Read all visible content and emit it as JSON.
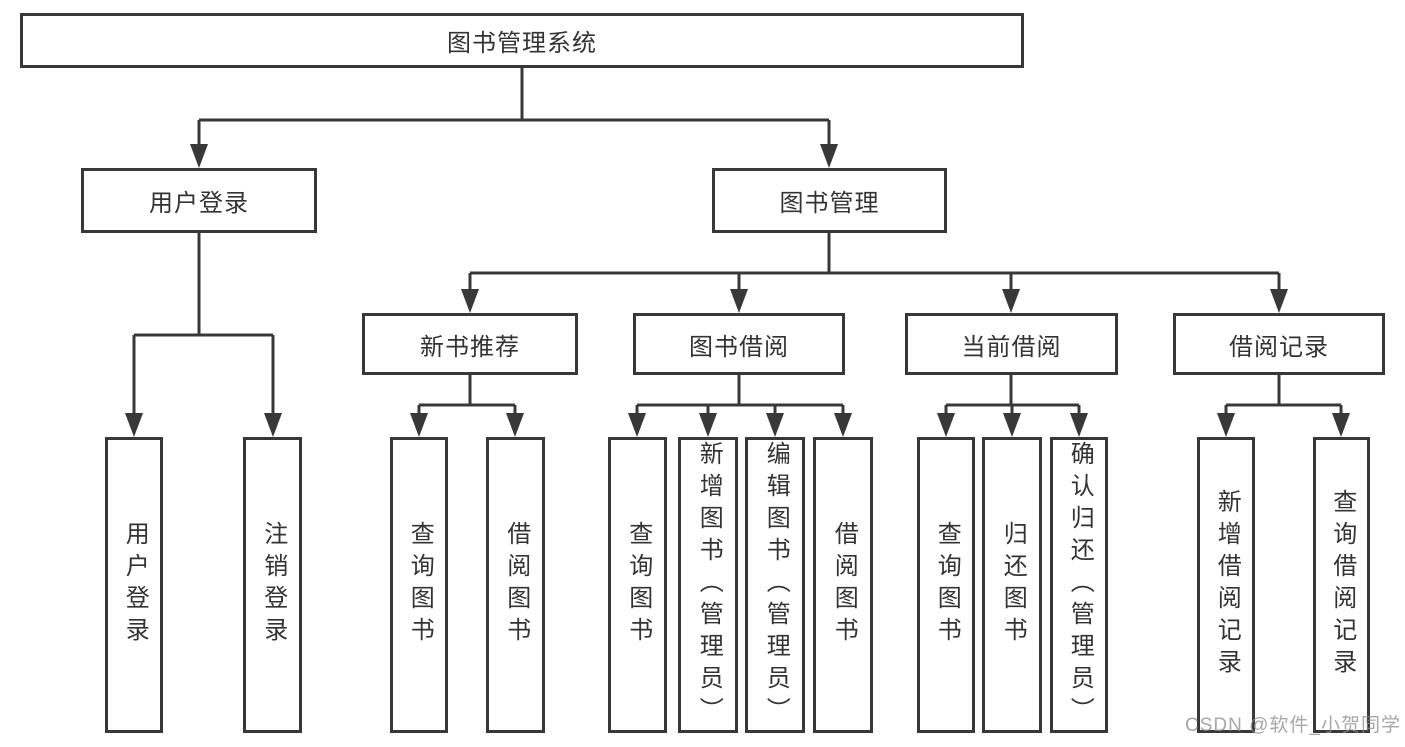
{
  "diagram": {
    "nodes": {
      "root": "图书管理系统",
      "user_login": "用户登录",
      "book_mgmt": "图书管理",
      "new_books": "新书推荐",
      "book_borrow": "图书借阅",
      "current_borrow": "当前借阅",
      "borrow_records": "借阅记录",
      "leaves_user_login": [
        "用户登录",
        "注销登录"
      ],
      "leaves_new_books": [
        "查询图书",
        "借阅图书"
      ],
      "leaves_book_borrow": [
        "查询图书",
        "新增图书（管理员）",
        "编辑图书（管理员）",
        "借阅图书"
      ],
      "leaves_current_borrow": [
        "查询图书",
        "归还图书",
        "确认归还（管理员）"
      ],
      "leaves_borrow_records": [
        "新增借阅记录",
        "查询借阅记录"
      ]
    },
    "watermark": "CSDN @软件_小贺同学",
    "colors": {
      "line": "#383838",
      "text": "#333333",
      "watermark": "#8f8f8f",
      "background": "#ffffff"
    }
  }
}
